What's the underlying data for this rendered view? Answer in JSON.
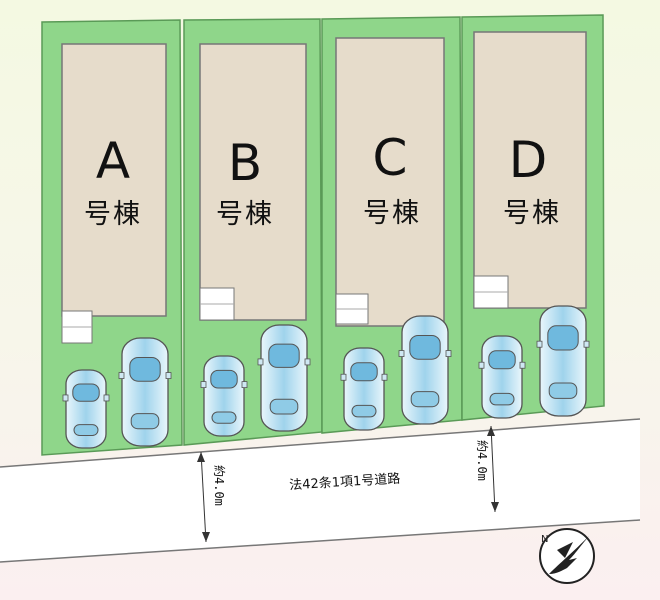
{
  "houses": [
    {
      "letter": "A",
      "label": "号棟"
    },
    {
      "letter": "B",
      "label": "号棟"
    },
    {
      "letter": "C",
      "label": "号棟"
    },
    {
      "letter": "D",
      "label": "号棟"
    }
  ],
  "road": {
    "name": "法42条1項1号道路",
    "width_left": "約4.0m",
    "width_right": "約4.0m"
  },
  "colors": {
    "lot_green": "#8fd68a",
    "building": "#e6dccb",
    "road": "#ffffff",
    "car_body": "#bfe3f2"
  },
  "icons": {
    "compass": "north-arrow-bird-icon",
    "car": "car-icon"
  }
}
